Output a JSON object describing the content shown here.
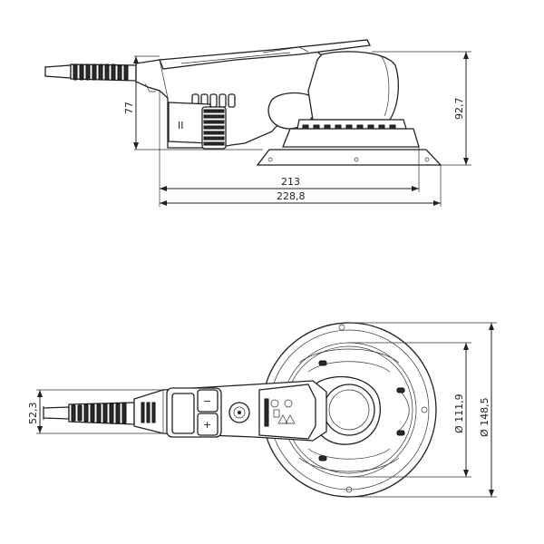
{
  "dimensions": {
    "side_height_handle": "77",
    "side_height_total": "92,7",
    "side_length_body": "213",
    "side_length_total": "228,8",
    "top_handle_width": "52,3",
    "top_inner_diameter": "Ø 111,9",
    "top_pad_diameter": "Ø 148,5"
  },
  "controls": {
    "plus_label": "+",
    "minus_label": "−",
    "pause_label": "II"
  },
  "colors": {
    "line": "#222222",
    "background": "#ffffff"
  }
}
